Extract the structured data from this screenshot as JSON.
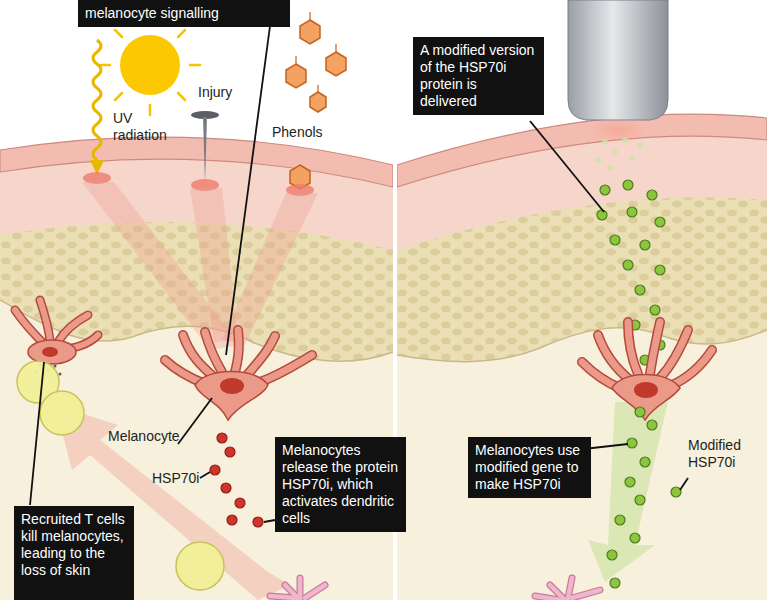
{
  "diagram": {
    "nodes": [
      {
        "text": [
          "melanocyte signalling"
        ]
      },
      {
        "text": [
          "A modified version of the HSP70i protein is delivered"
        ]
      },
      {
        "text": [
          "Melanocytes release the protein HSP70i, which activates dendritic cells"
        ]
      },
      {
        "text": [
          "Melanocytes use modified gene to make HSP70i"
        ]
      },
      {
        "text": [
          "Recruited T cells kill melanocytes, leading to the loss of skin"
        ]
      }
    ],
    "labels": [
      "UV radiation",
      "Injury",
      "Phenols",
      "Melanocyte",
      "HSP70i",
      "Modified HSP70i"
    ]
  }
}
